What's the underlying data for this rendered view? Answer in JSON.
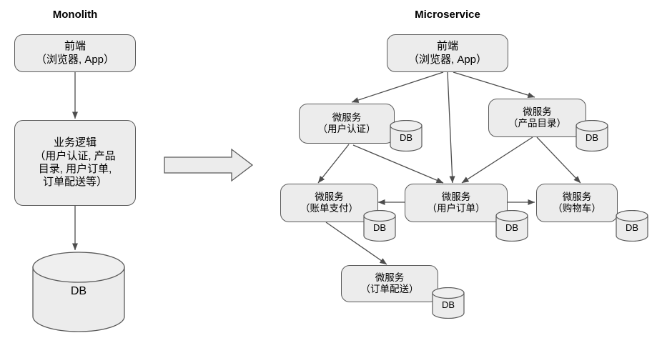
{
  "titles": {
    "monolith": "Monolith",
    "microservice": "Microservice"
  },
  "monolith": {
    "frontend": {
      "line1": "前端",
      "line2": "（浏览器, App）"
    },
    "business_logic": {
      "line1": "业务逻辑",
      "line2": "（用户认证, 产品",
      "line3": "目录, 用户订单,",
      "line4": "订单配送等）"
    },
    "database": {
      "label": "DB"
    }
  },
  "microservice": {
    "frontend": {
      "line1": "前端",
      "line2": "（浏览器, App）"
    },
    "services": [
      {
        "line1": "微服务",
        "line2": "（用户认证）",
        "db": "DB"
      },
      {
        "line1": "微服务",
        "line2": "（产品目录）",
        "db": "DB"
      },
      {
        "line1": "微服务",
        "line2": "（账单支付）",
        "db": "DB"
      },
      {
        "line1": "微服务",
        "line2": "（用户订单）",
        "db": "DB"
      },
      {
        "line1": "微服务",
        "line2": "（购物车）",
        "db": "DB"
      },
      {
        "line1": "微服务",
        "line2": "（订单配送）",
        "db": "DB"
      }
    ]
  },
  "transform_arrow": {
    "label": ""
  },
  "colors": {
    "node_fill": "#ececec",
    "node_stroke": "#5a5a5a",
    "link_stroke": "#4d4d4d",
    "background": "#ffffff",
    "text": "#000000"
  }
}
